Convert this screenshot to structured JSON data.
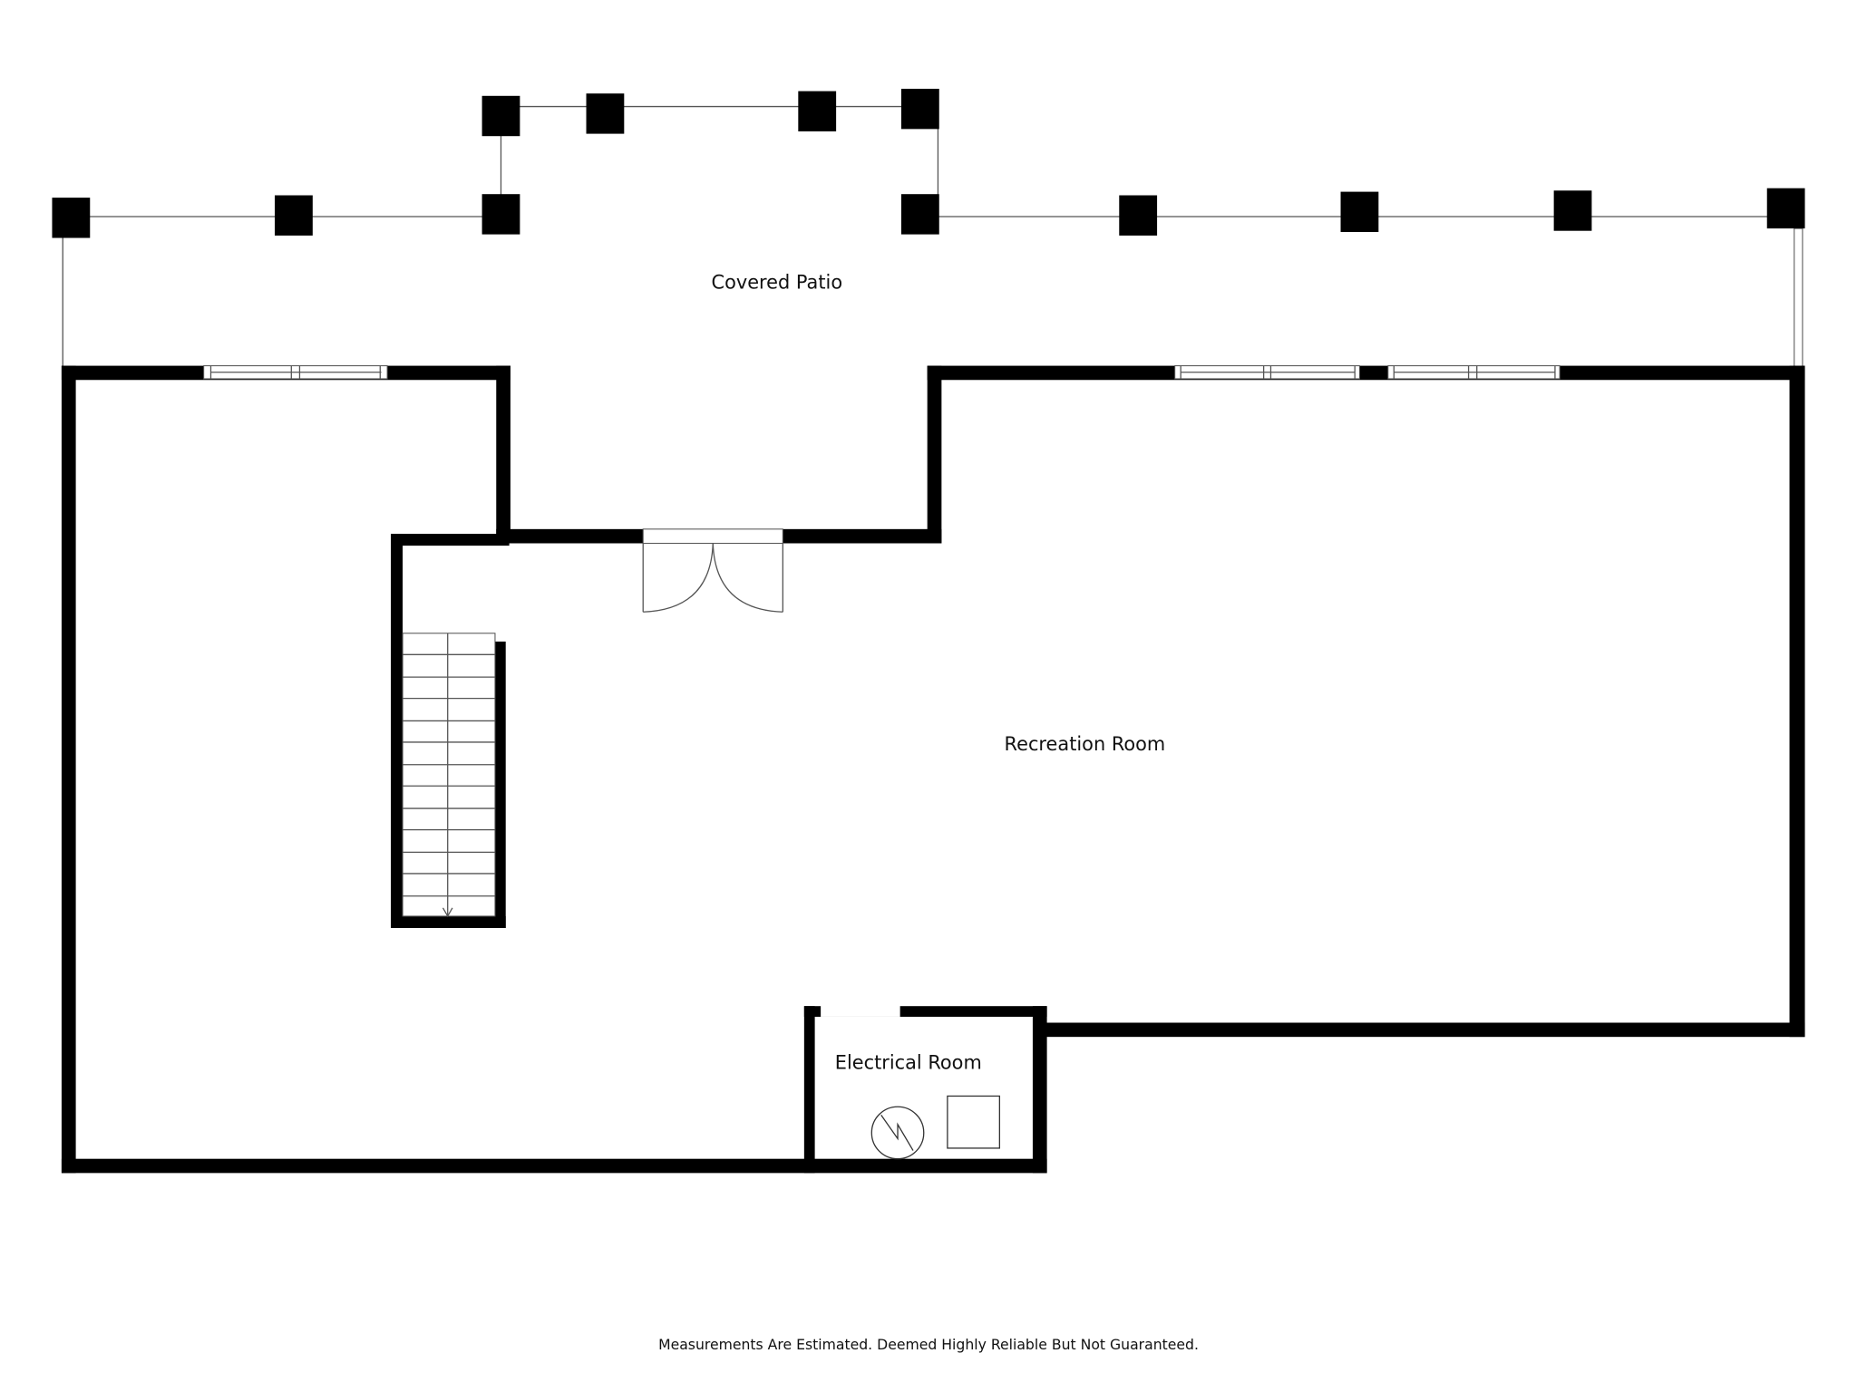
{
  "rooms": {
    "covered_patio": "Covered Patio",
    "recreation_room": "Recreation Room",
    "electrical_room": "Electrical Room"
  },
  "footer": {
    "disclaimer": "Measurements Are Estimated. Deemed Highly Reliable But Not Guaranteed."
  },
  "colors": {
    "wall": "#000000",
    "background": "#ffffff",
    "line": "#555555"
  },
  "symbols": {
    "stairs_direction": "down",
    "stair_treads": 13,
    "door_type": "double-swing",
    "water_heater": "water-heater-icon",
    "furnace": "furnace-box"
  }
}
